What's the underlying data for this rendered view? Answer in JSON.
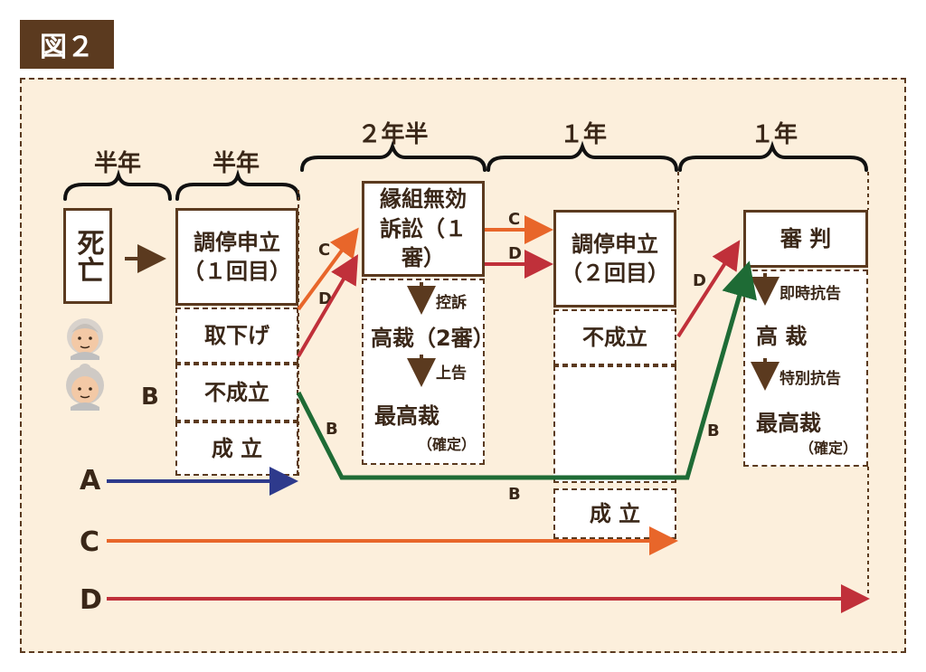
{
  "figure_tag": "図２",
  "periods": {
    "p1": "半年",
    "p2": "半年",
    "p3": "２年半",
    "p4": "１年",
    "p5": "１年"
  },
  "death": "死亡",
  "stage1": {
    "line1": "調停申立",
    "line2": "（１回目）",
    "withdraw": "取下げ",
    "fail": "不成立",
    "success": "成 立"
  },
  "lawsuit": {
    "line1": "縁組無効",
    "line2": "訴訟（１審）",
    "appeal": "控訴",
    "high_court": "高裁（2審）",
    "final_appeal": "上告",
    "supreme": "最高裁",
    "confirmed": "（確定）"
  },
  "stage2": {
    "line1": "調停申立",
    "line2": "（２回目）",
    "fail": "不成立",
    "success": "成 立"
  },
  "ruling": {
    "title": "審 判",
    "immediate_appeal": "即時抗告",
    "high_court": "高 裁",
    "special_appeal": "特別抗告",
    "supreme": "最高裁",
    "confirmed": "（確定）"
  },
  "route_labels": {
    "a": "A",
    "b": "B",
    "c": "C",
    "d": "D"
  },
  "colors": {
    "brown": "#5b3a1f",
    "route_a": "#2e3a8c",
    "route_b": "#1e6b35",
    "route_c": "#e8662a",
    "route_d": "#c0303a"
  },
  "icons": [
    "elderly-man-icon",
    "elderly-woman-icon"
  ]
}
